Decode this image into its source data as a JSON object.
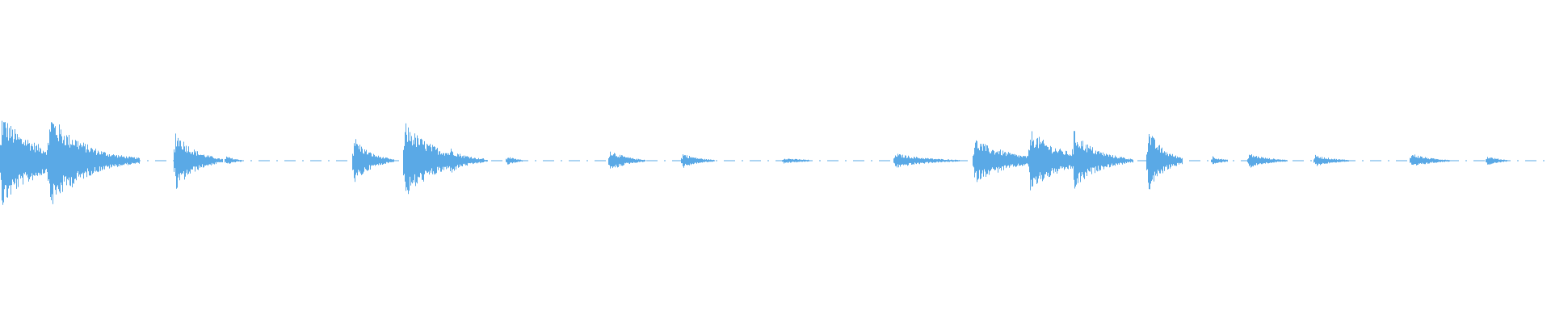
{
  "waveform": {
    "color": "#5aa9e6",
    "background": "#ffffff",
    "duration_ratio_note": "",
    "peaks": [
      {
        "t": 0.001,
        "amp": 0.5,
        "decay": 0.02,
        "bursts": 3
      },
      {
        "t": 0.032,
        "amp": 0.52,
        "decay": 0.02,
        "bursts": 3
      },
      {
        "t": 0.064,
        "amp": 0.06,
        "decay": 0.01,
        "bursts": 1
      },
      {
        "t": 0.113,
        "amp": 0.33,
        "decay": 0.012,
        "bursts": 2
      },
      {
        "t": 0.146,
        "amp": 0.05,
        "decay": 0.006,
        "bursts": 1
      },
      {
        "t": 0.228,
        "amp": 0.26,
        "decay": 0.01,
        "bursts": 2
      },
      {
        "t": 0.261,
        "amp": 0.4,
        "decay": 0.02,
        "bursts": 2
      },
      {
        "t": 0.29,
        "amp": 0.14,
        "decay": 0.01,
        "bursts": 2
      },
      {
        "t": 0.327,
        "amp": 0.05,
        "decay": 0.006,
        "bursts": 1
      },
      {
        "t": 0.393,
        "amp": 0.12,
        "decay": 0.01,
        "bursts": 2
      },
      {
        "t": 0.44,
        "amp": 0.08,
        "decay": 0.01,
        "bursts": 2
      },
      {
        "t": 0.505,
        "amp": 0.03,
        "decay": 0.015,
        "bursts": 1
      },
      {
        "t": 0.577,
        "amp": 0.08,
        "decay": 0.02,
        "bursts": 2
      },
      {
        "t": 0.628,
        "amp": 0.24,
        "decay": 0.02,
        "bursts": 3
      },
      {
        "t": 0.664,
        "amp": 0.33,
        "decay": 0.02,
        "bursts": 2
      },
      {
        "t": 0.692,
        "amp": 0.32,
        "decay": 0.015,
        "bursts": 2
      },
      {
        "t": 0.74,
        "amp": 0.34,
        "decay": 0.01,
        "bursts": 1
      },
      {
        "t": 0.782,
        "amp": 0.05,
        "decay": 0.006,
        "bursts": 1
      },
      {
        "t": 0.805,
        "amp": 0.08,
        "decay": 0.012,
        "bursts": 2
      },
      {
        "t": 0.848,
        "amp": 0.06,
        "decay": 0.012,
        "bursts": 2
      },
      {
        "t": 0.91,
        "amp": 0.08,
        "decay": 0.012,
        "bursts": 2
      },
      {
        "t": 0.959,
        "amp": 0.05,
        "decay": 0.008,
        "bursts": 1
      }
    ]
  }
}
